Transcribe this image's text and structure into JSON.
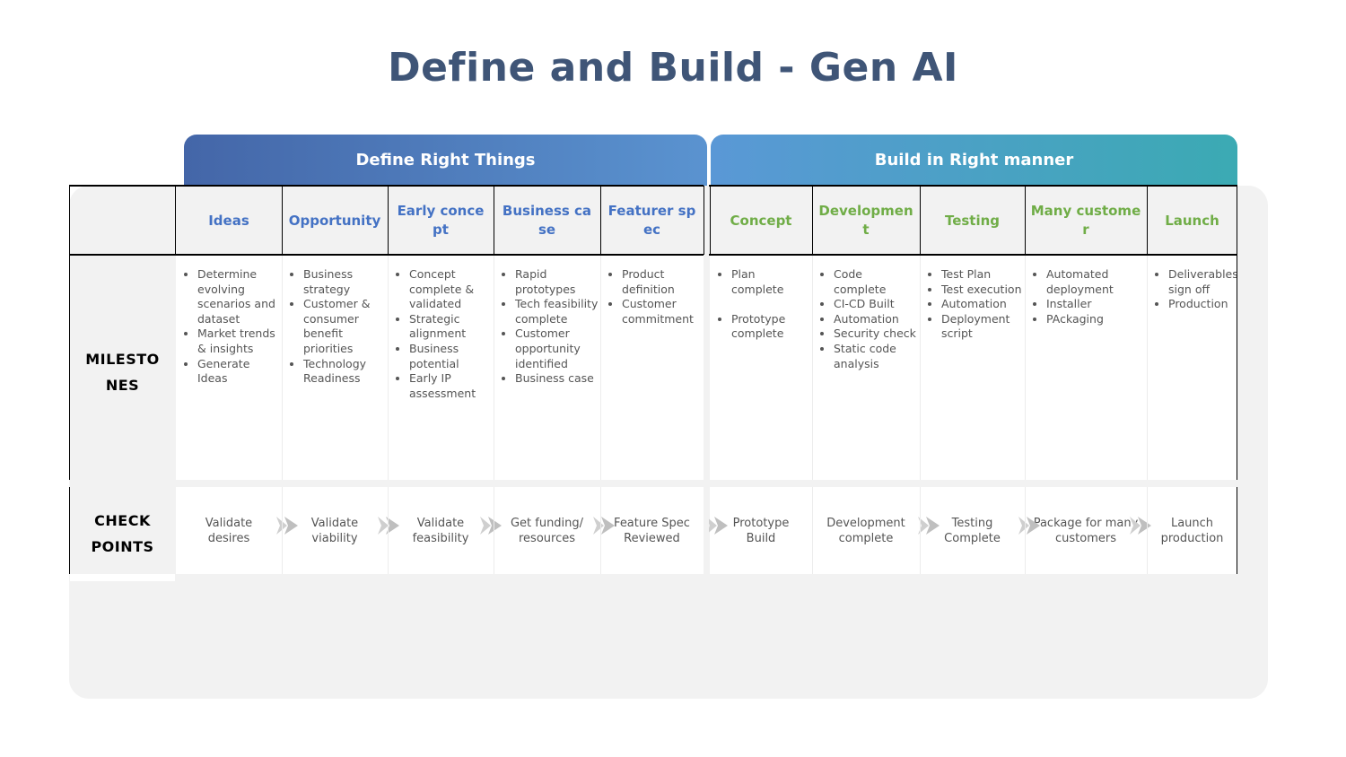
{
  "title": "Define and Build - Gen AI",
  "phases": {
    "define": "Define Right Things",
    "build": "Build in Right manner"
  },
  "row_labels": {
    "milestones": "MILESTONES",
    "milestones_line1": "MILESTO",
    "milestones_line2": "NES",
    "checkpoints_line1": "CHECK",
    "checkpoints_line2": "POINTS"
  },
  "columns": [
    {
      "header": "Ideas",
      "phase": "define",
      "milestones": [
        "Determine evolving scenarios and dataset",
        "Market trends & insights",
        "Generate Ideas"
      ],
      "checkpoint_line1": "Validate",
      "checkpoint_line2": "desires"
    },
    {
      "header": "Opportunity",
      "phase": "define",
      "milestones": [
        "Business strategy",
        "Customer & consumer benefit priorities",
        "Technology Readiness"
      ],
      "checkpoint_line1": "Validate",
      "checkpoint_line2": "viability"
    },
    {
      "header": "Early concept",
      "phase": "define",
      "milestones": [
        "Concept complete & validated",
        "Strategic alignment",
        "Business potential",
        "Early IP assessment"
      ],
      "checkpoint_line1": "Validate",
      "checkpoint_line2": "feasibility"
    },
    {
      "header": "Business case",
      "phase": "define",
      "milestones": [
        "Rapid prototypes",
        "Tech feasibility complete",
        "Customer opportunity identified",
        "Business case"
      ],
      "checkpoint_line1": "Get funding/",
      "checkpoint_line2": "resources"
    },
    {
      "header": "Featurer spec",
      "phase": "define",
      "milestones": [
        "Product definition",
        "Customer commitment"
      ],
      "checkpoint_line1": "Feature Spec",
      "checkpoint_line2": "Reviewed"
    },
    {
      "header": "Concept",
      "phase": "build",
      "milestones": [
        "Plan complete",
        "",
        "Prototype complete"
      ],
      "checkpoint_line1": "Prototype",
      "checkpoint_line2": "Build"
    },
    {
      "header": "Development",
      "phase": "build",
      "milestones": [
        "Code complete",
        "CI-CD Built",
        "Automation",
        "Security check",
        "Static code analysis"
      ],
      "checkpoint_line1": "Development",
      "checkpoint_line2": "complete"
    },
    {
      "header": "Testing",
      "phase": "build",
      "milestones": [
        "Test Plan",
        "Test execution",
        "Automation",
        "Deployment script"
      ],
      "checkpoint_line1": "Testing",
      "checkpoint_line2": "Complete"
    },
    {
      "header": "Many customer",
      "phase": "build",
      "milestones": [
        "Automated deployment",
        "Installer",
        "PAckaging"
      ],
      "checkpoint_line1": "Package for many",
      "checkpoint_line2": "customers"
    },
    {
      "header": "Launch",
      "phase": "build",
      "milestones": [
        "Deliverables sign off",
        "Production"
      ],
      "checkpoint_line1": "Launch",
      "checkpoint_line2": "production"
    }
  ],
  "colors": {
    "title": "#3f5577",
    "define_header_text": "#4472c4",
    "build_header_text": "#70ad47",
    "panel_bg": "#f2f2f2",
    "chevron": "#bfbfbf"
  }
}
